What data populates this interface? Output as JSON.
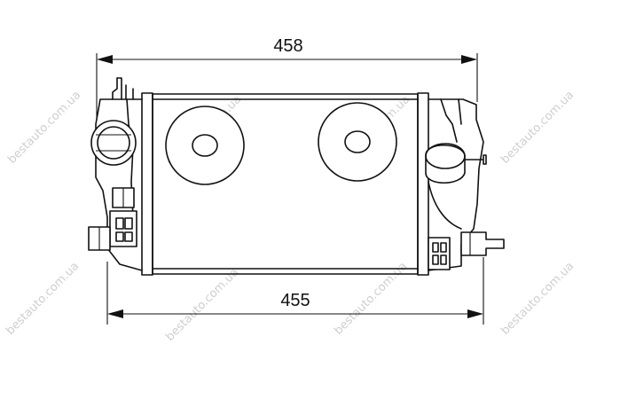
{
  "dimensions": {
    "top_width": "458",
    "bottom_width": "455"
  },
  "watermark": {
    "text": "bestauto.com.ua"
  }
}
